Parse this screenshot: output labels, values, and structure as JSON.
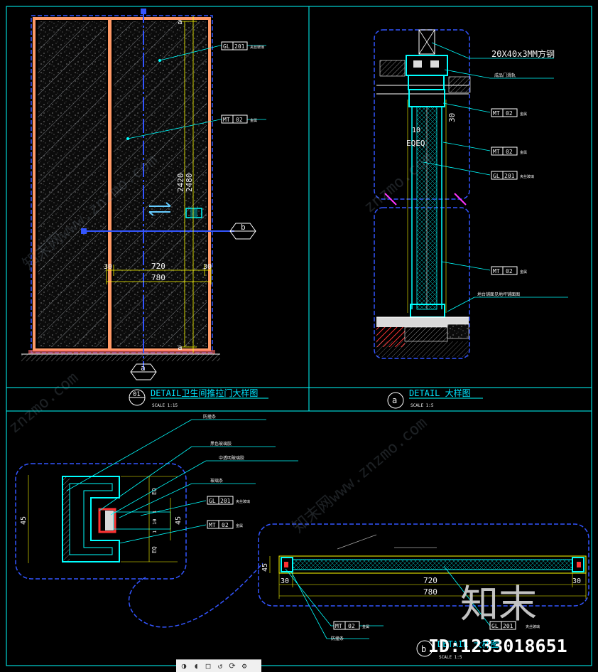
{
  "drawing": {
    "panel1": {
      "title_num": "01",
      "title": "DETAIL卫生间推拉门大样图",
      "scale": "SCALE  1:15",
      "dim_2420": "2420",
      "dim_2480": "2480",
      "dim_720": "720",
      "dim_780": "780",
      "dim_30_left": "30",
      "dim_30_right": "30",
      "tag_gl_code": "GL",
      "tag_gl_num": "201",
      "tag_gl_desc": "夹丝玻璃",
      "tag_mt_code": "MT",
      "tag_mt_num": "02",
      "tag_mt_desc": "金属",
      "callout_b": "b",
      "callout_a": "a",
      "marker_top": "a",
      "marker_bottom": "a"
    },
    "panel2": {
      "title_num": "a",
      "title": "DETAIL   大样图",
      "scale": "SCALE  1:5",
      "label_tube": "20X40x3MM方钢",
      "label_track": "成品门滑轨",
      "dim_30": "30",
      "dim_10": "10",
      "dim_eqeq": "EQEQ",
      "tag1_code": "MT",
      "tag1_num": "02",
      "tag1_desc": "金属",
      "tag2_code": "MT",
      "tag2_num": "02",
      "tag2_desc": "金属",
      "tag3_code": "GL",
      "tag3_num": "201",
      "tag3_desc": "夹丝玻璃",
      "tag4_code": "MT",
      "tag4_num": "02",
      "tag4_desc": "金属",
      "label_floor": "地台铺面见地坪铺面图"
    },
    "panel3": {
      "label_1": "防撞条",
      "label_2": "黑色玻璃胶",
      "label_3": "中透明玻璃胶",
      "label_4": "玻璃条",
      "tag1_code": "GL",
      "tag1_num": "201",
      "tag1_desc": "夹丝玻璃",
      "tag2_code": "MT",
      "tag2_num": "02",
      "tag2_desc": "金属",
      "dim_45": "45",
      "dim_45b": "45",
      "dim_eq1": "EQ",
      "dim_eq2": "EQ",
      "dim_1": "1",
      "dim_10": "10",
      "dim_1b": "1"
    },
    "panel4": {
      "dim_45": "45",
      "dim_30_left": "30",
      "dim_30_right": "30",
      "dim_720": "720",
      "dim_780": "780",
      "tag1_code": "MT",
      "tag1_num": "02",
      "tag1_desc": "金属",
      "tag2_code": "GL",
      "tag2_num": "201",
      "tag2_desc": "夹丝玻璃",
      "label_bumper": "防撞条",
      "title_num": "b",
      "title": "DETAIL   大样图",
      "scale": "SCALE  1:5"
    },
    "watermark": {
      "brand": "知末",
      "id": "ID:1233018651",
      "url1": "znzmo.com",
      "url2": "知末网www.znzmo.com"
    }
  },
  "toolbar": {
    "icons": [
      "zoom-in-icon",
      "pan-icon",
      "stop-icon",
      "rotate-icon",
      "refresh-icon",
      "settings-icon"
    ]
  },
  "colors": {
    "background": "#000000",
    "frame": "#00ffff",
    "door_frame": "#ff9966",
    "blue_line": "#3355ff",
    "dim_line": "#ffff00",
    "text": "#00e5ff"
  }
}
